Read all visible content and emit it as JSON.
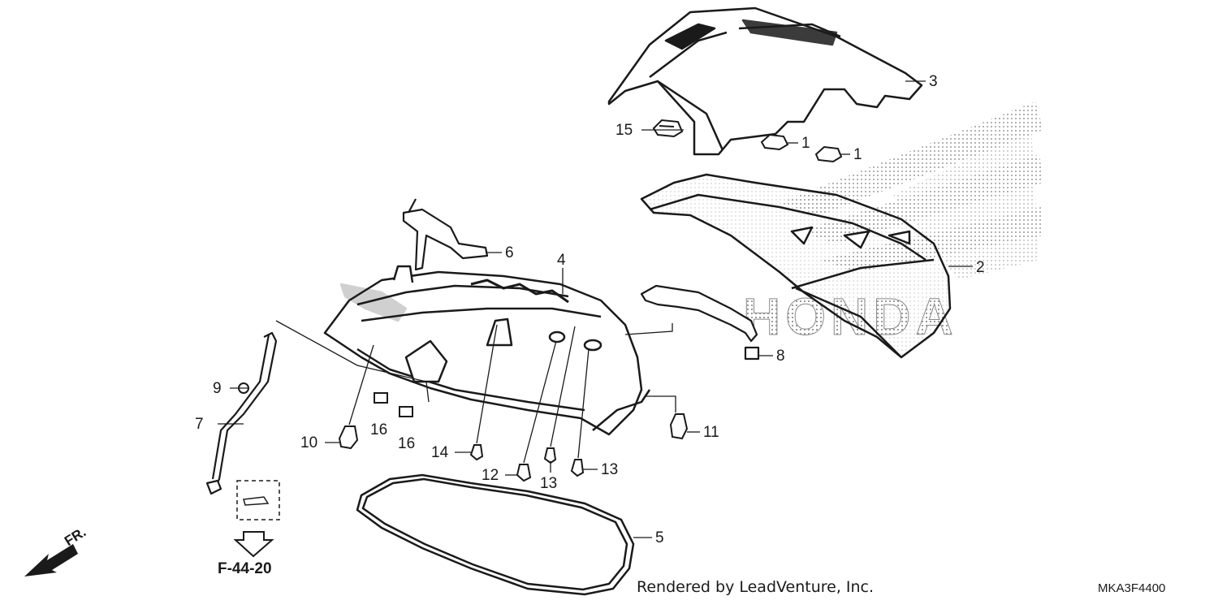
{
  "diagram": {
    "callouts": [
      {
        "id": "c1a",
        "text": "1"
      },
      {
        "id": "c1b",
        "text": "1"
      },
      {
        "id": "c2",
        "text": "2"
      },
      {
        "id": "c3",
        "text": "3"
      },
      {
        "id": "c4",
        "text": "4"
      },
      {
        "id": "c5",
        "text": "5"
      },
      {
        "id": "c6",
        "text": "6"
      },
      {
        "id": "c7",
        "text": "7"
      },
      {
        "id": "c8",
        "text": "8"
      },
      {
        "id": "c9",
        "text": "9"
      },
      {
        "id": "c10",
        "text": "10"
      },
      {
        "id": "c11",
        "text": "11"
      },
      {
        "id": "c12",
        "text": "12"
      },
      {
        "id": "c13a",
        "text": "13"
      },
      {
        "id": "c13b",
        "text": "13"
      },
      {
        "id": "c14",
        "text": "14"
      },
      {
        "id": "c15",
        "text": "15"
      },
      {
        "id": "c16a",
        "text": "16"
      },
      {
        "id": "c16b",
        "text": "16"
      }
    ],
    "reference": "F-44-20",
    "front_label": "FR.",
    "credit": "Rendered by LeadVenture, Inc.",
    "code": "MKA3F4400",
    "watermark": "HONDA"
  }
}
